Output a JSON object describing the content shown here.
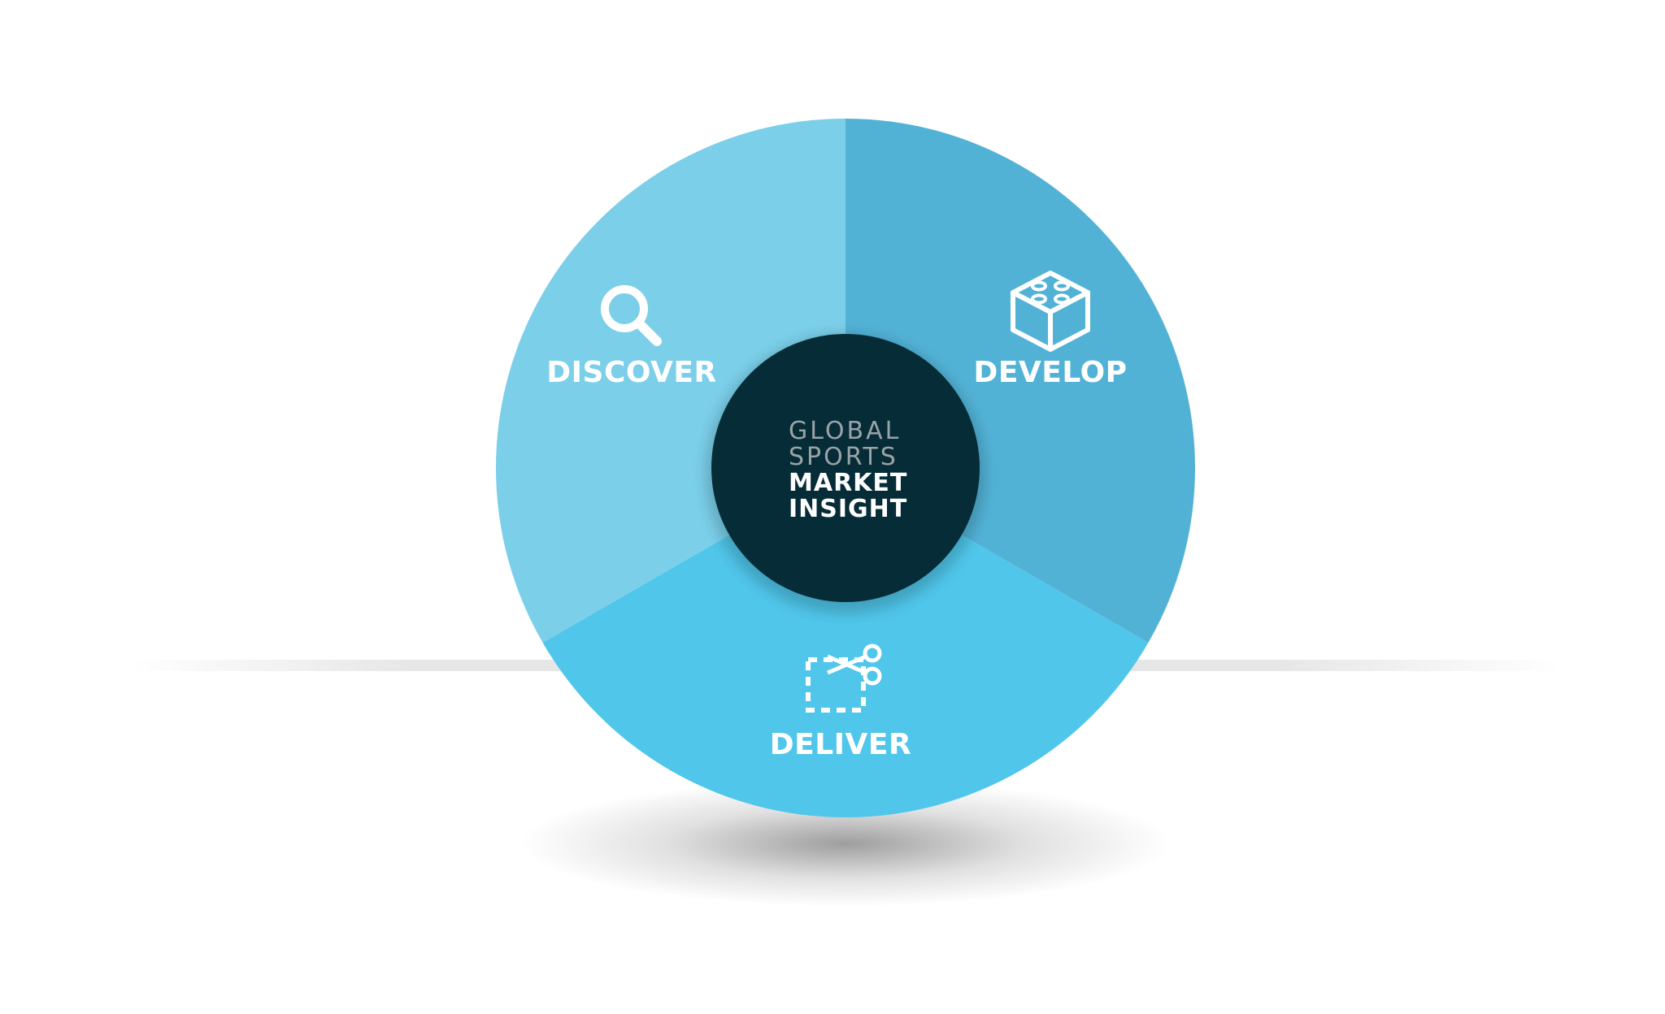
{
  "segments": [
    {
      "label": "DISCOVER",
      "icon": "magnifier-icon",
      "color": "#7BCFE9"
    },
    {
      "label": "DEVELOP",
      "icon": "building-block-icon",
      "color": "#52B2D6"
    },
    {
      "label": "DELIVER",
      "icon": "scissors-cut-icon",
      "color": "#50C6EA"
    }
  ],
  "center": {
    "line1": "GLOBAL",
    "line2": "SPORTS",
    "line3": "MARKET",
    "line4": "INSIGHT",
    "color": "#062C38"
  }
}
